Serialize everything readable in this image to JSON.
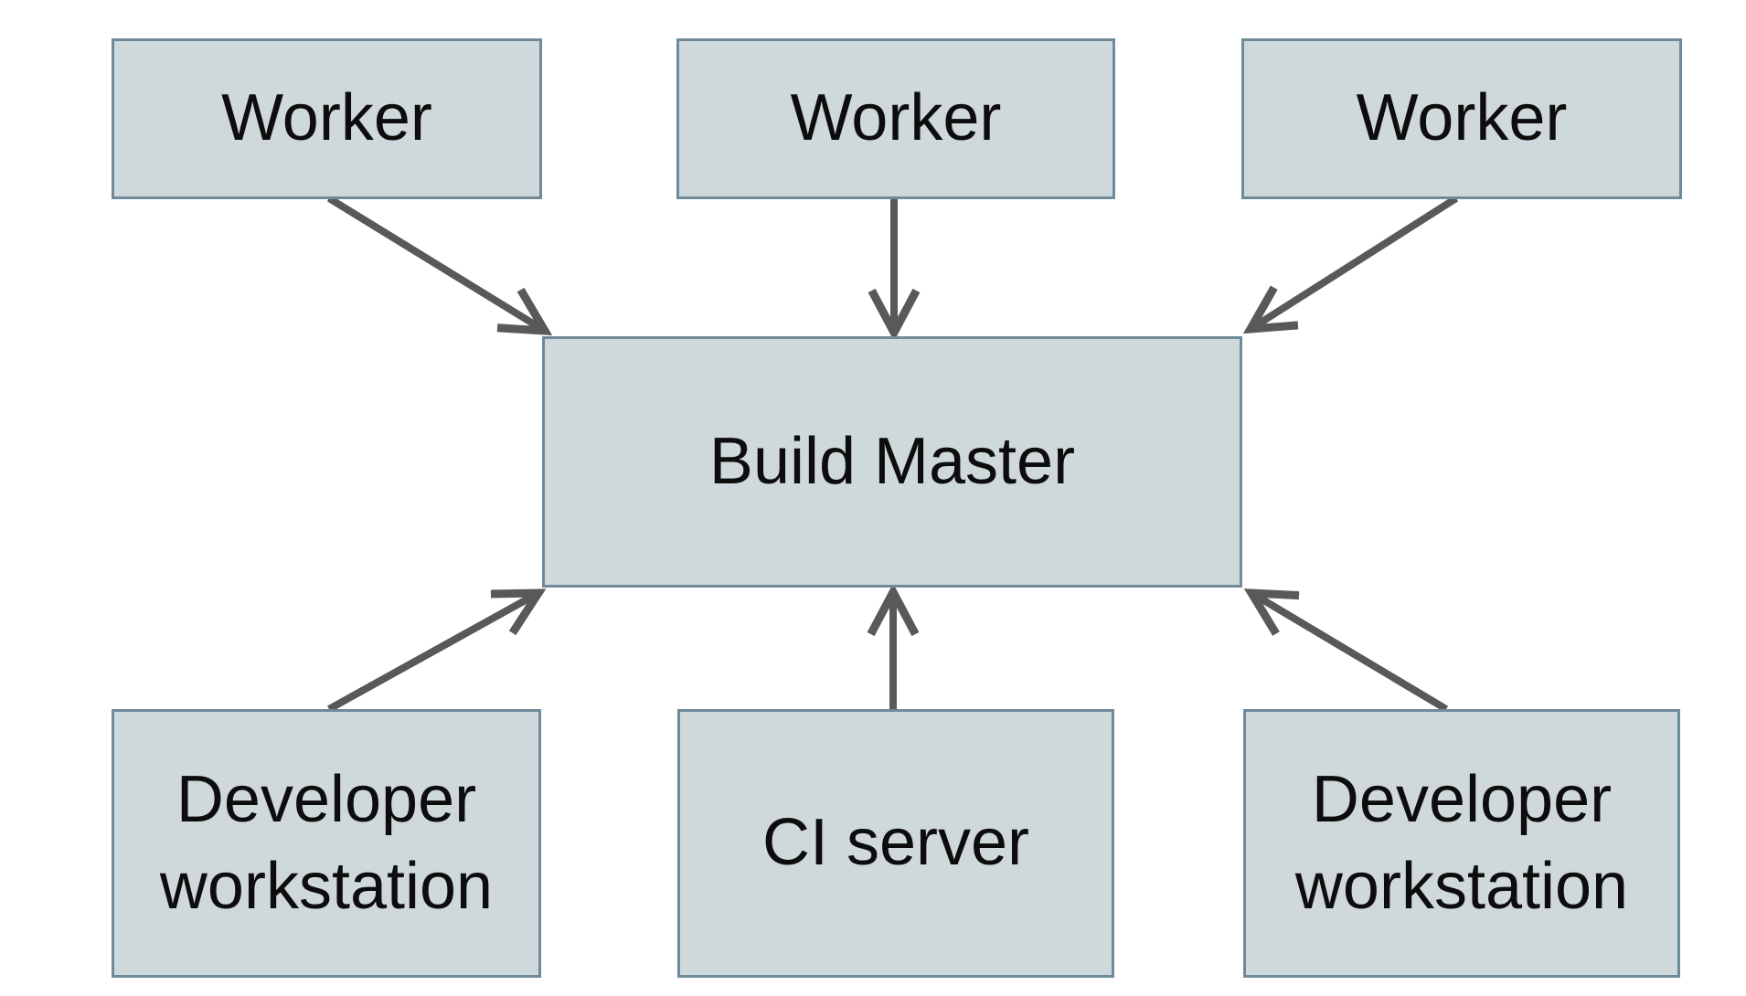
{
  "diagram": {
    "type": "architecture-diagram",
    "nodes": [
      {
        "id": "worker-1",
        "label": "Worker"
      },
      {
        "id": "worker-2",
        "label": "Worker"
      },
      {
        "id": "worker-3",
        "label": "Worker"
      },
      {
        "id": "build-master",
        "label": "Build Master"
      },
      {
        "id": "developer-workstation-left",
        "label": "Developer workstation"
      },
      {
        "id": "ci-server",
        "label": "CI server"
      },
      {
        "id": "developer-workstation-right",
        "label": "Developer workstation"
      }
    ],
    "edges": [
      {
        "from": "worker-1",
        "to": "build-master"
      },
      {
        "from": "worker-2",
        "to": "build-master"
      },
      {
        "from": "worker-3",
        "to": "build-master"
      },
      {
        "from": "developer-workstation-left",
        "to": "build-master"
      },
      {
        "from": "ci-server",
        "to": "build-master"
      },
      {
        "from": "developer-workstation-right",
        "to": "build-master"
      }
    ],
    "colors": {
      "node_fill": "#cfd8da",
      "node_border": "#6f8a99",
      "arrow": "#595959",
      "text": "#0d0d0d",
      "background": "#ffffff"
    }
  }
}
